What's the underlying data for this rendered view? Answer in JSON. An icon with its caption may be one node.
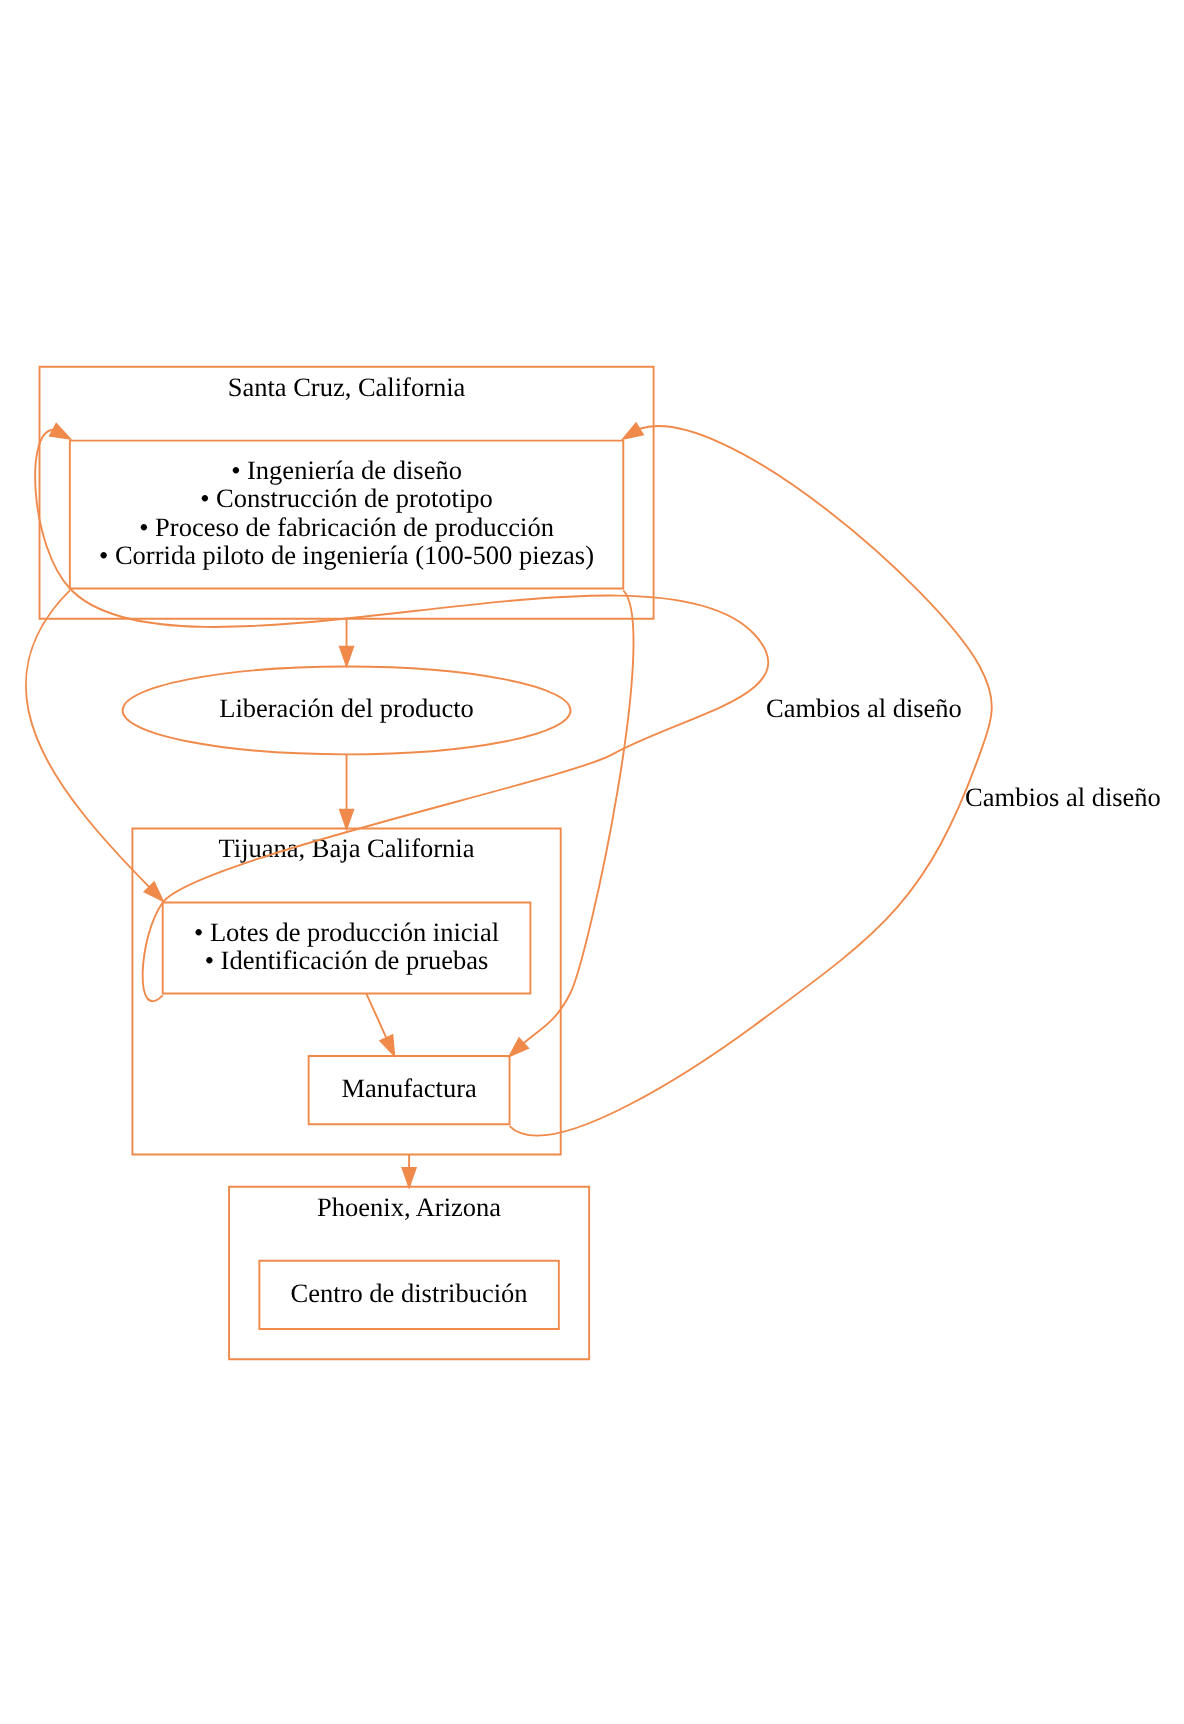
{
  "diagram": {
    "nodes": [
      {
        "text": [
          "Santa Cruz, California"
        ]
      },
      {
        "text": [
          "• Ingeniería de diseño",
          "• Construcción de prototipo",
          "• Proceso de fabricación de producción",
          "• Corrida piloto de ingeniería (100-500 piezas)"
        ],
        "in": 0
      },
      {
        "text": [
          "Liberación del producto"
        ]
      },
      {
        "text": [
          "Tijuana, Baja California"
        ]
      },
      {
        "text": [
          "• Lotes de producción inicial",
          "• Identificación de pruebas"
        ],
        "in": 3
      },
      {
        "text": [
          "Manufactura"
        ],
        "in": 3
      },
      {
        "text": [
          "Phoenix, Arizona"
        ]
      },
      {
        "text": [
          "Centro de distribución"
        ],
        "in": 6
      }
    ],
    "edges": [
      {
        "from": 0,
        "to": 2,
        "arrow": "to"
      },
      {
        "from": 2,
        "to": 3,
        "arrow": "to"
      },
      {
        "from": 1,
        "to": 4,
        "arrow": "to"
      },
      {
        "from": 4,
        "to": 1,
        "arrow": "to",
        "label": "Cambios al diseño"
      },
      {
        "from": 4,
        "to": 5,
        "arrow": "to"
      },
      {
        "from": 5,
        "to": 1,
        "arrow": "to",
        "label": "Cambios al diseño"
      },
      {
        "from": 1,
        "to": 5,
        "arrow": "to"
      },
      {
        "from": 3,
        "to": 6,
        "arrow": "to"
      }
    ]
  }
}
